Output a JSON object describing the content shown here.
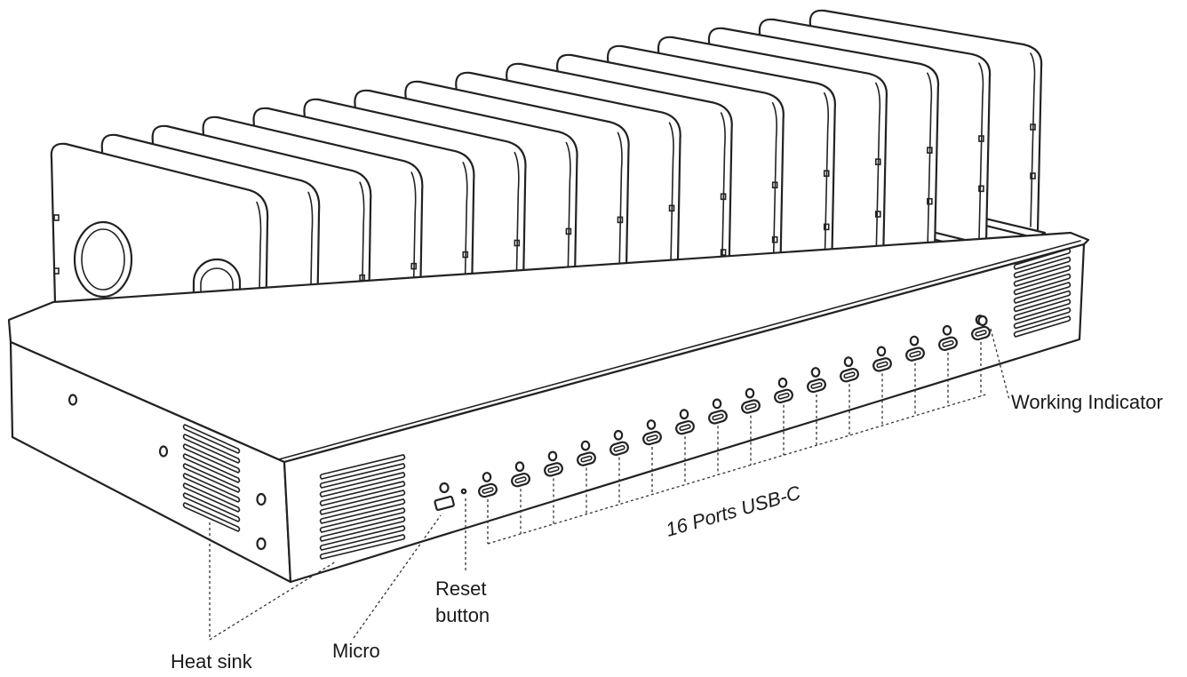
{
  "labels": {
    "heat_sink": "Heat sink",
    "micro": "Micro",
    "reset_line1": "Reset",
    "reset_line2": "button",
    "ports": "16 Ports USB-C",
    "indicator": "Working Indicator"
  },
  "counts": {
    "dividers": 16,
    "usb_c_ports": 16
  },
  "colors": {
    "line": "#222222",
    "fill": "#ffffff",
    "text": "#1a1a1a"
  }
}
